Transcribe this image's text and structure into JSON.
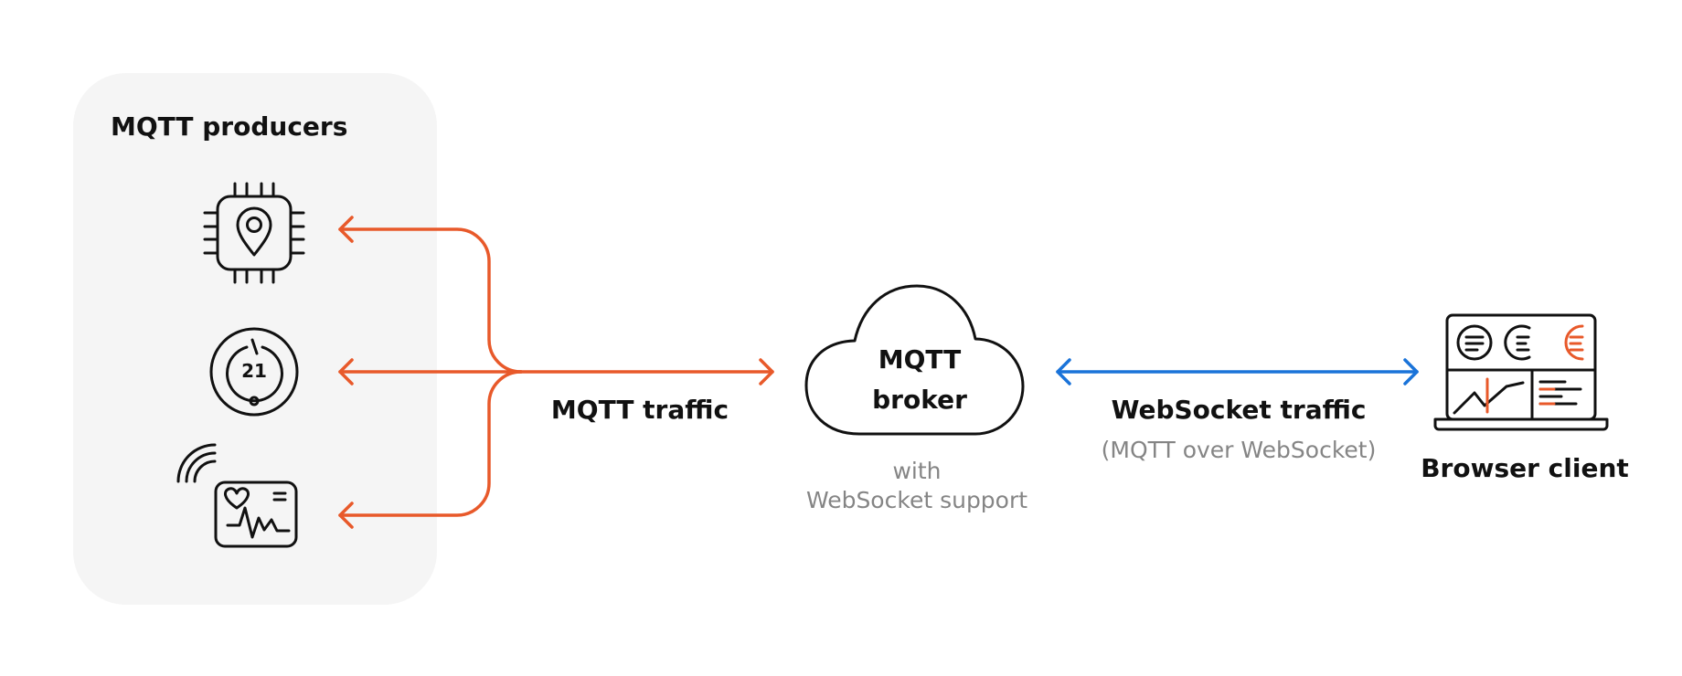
{
  "producers": {
    "title": "MQTT producers",
    "devices": [
      {
        "icon": "chip-location-icon"
      },
      {
        "icon": "thermostat-icon",
        "value": "21"
      },
      {
        "icon": "heart-monitor-icon"
      }
    ]
  },
  "broker": {
    "title_line1": "MQTT",
    "title_line2": "broker",
    "note_line1": "with",
    "note_line2": "WebSocket support"
  },
  "links": {
    "mqtt_label": "MQTT traffic",
    "websocket_label": "WebSocket traffic",
    "websocket_sublabel": "(MQTT over WebSocket)"
  },
  "client": {
    "title": "Browser client",
    "icon": "laptop-dashboard-icon"
  },
  "colors": {
    "mqtt": "#e8592a",
    "websocket": "#1a73d9",
    "panel": "#f5f5f5",
    "stroke": "#111111",
    "muted": "#858585"
  }
}
